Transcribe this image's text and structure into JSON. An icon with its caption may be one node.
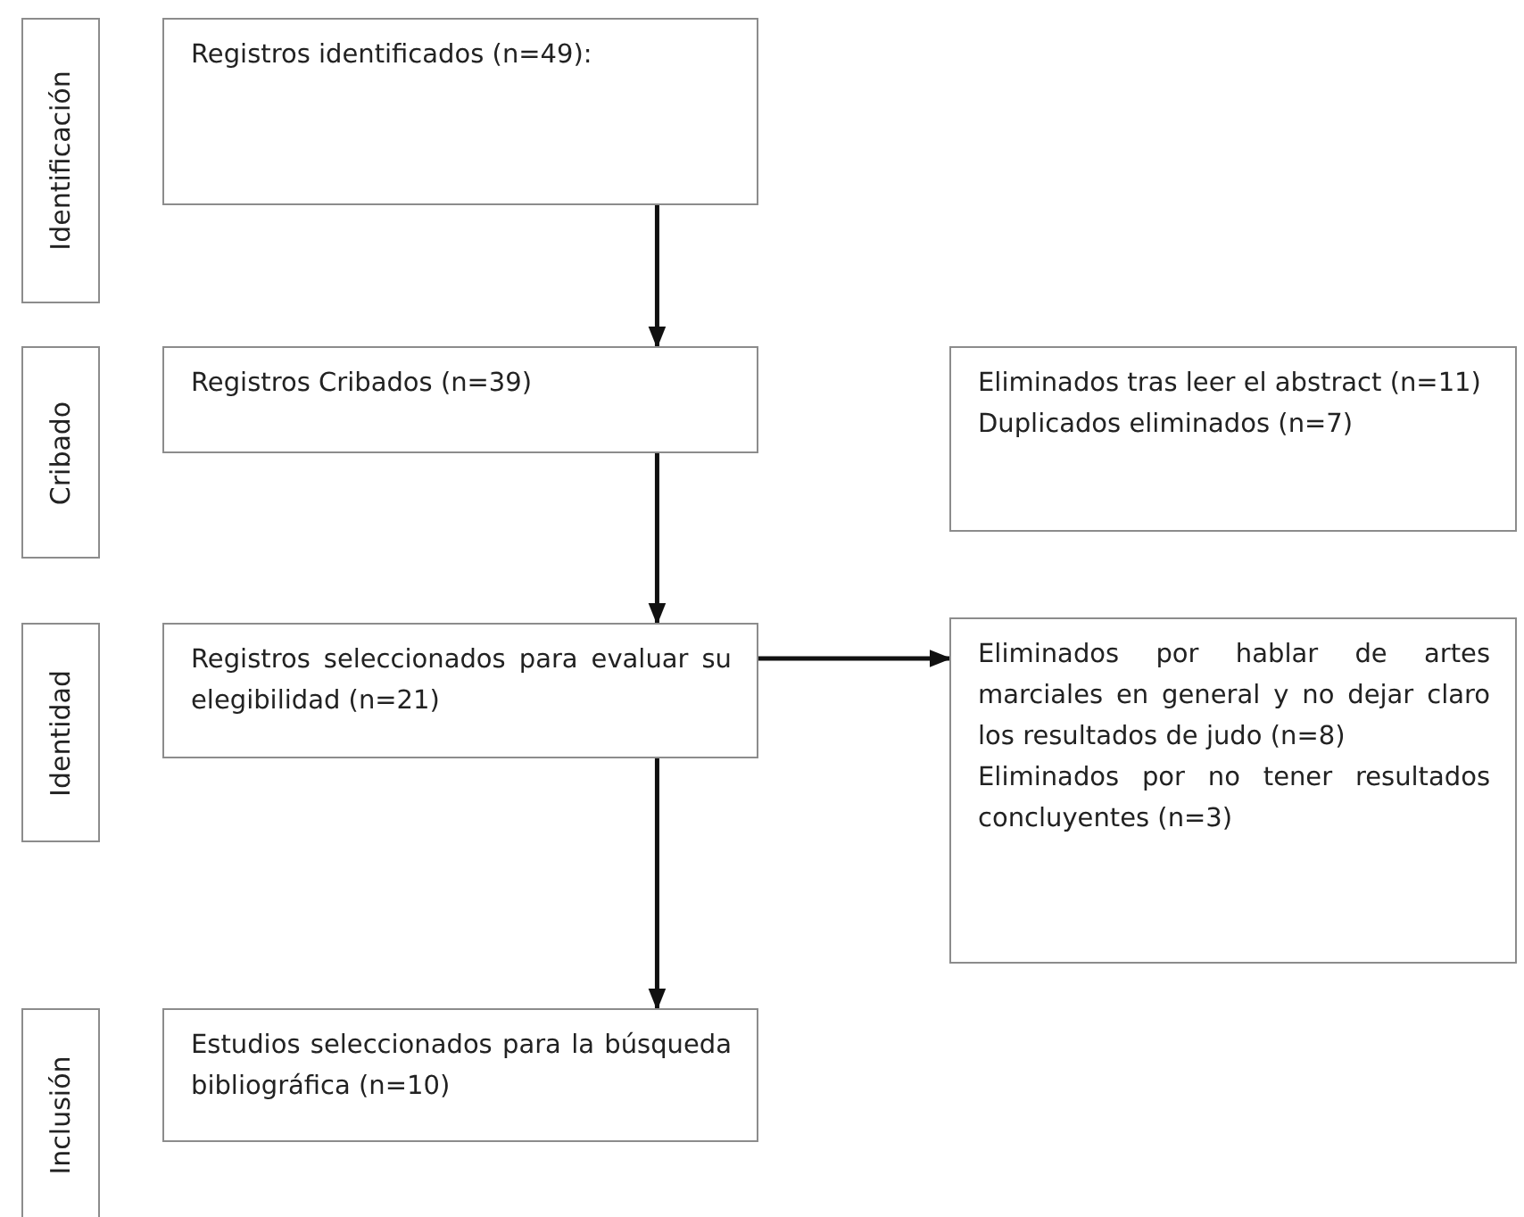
{
  "diagram": {
    "nodes": [
      {
        "text": [
          "Identificación"
        ]
      },
      {
        "text": [
          "Registros identificados (n=49):"
        ]
      },
      {
        "text": [
          "Cribado"
        ]
      },
      {
        "text": [
          "Registros Cribados (n=39)"
        ]
      },
      {
        "text": [
          "Eliminados tras leer el abstract (n=11)",
          "Duplicados eliminados (n=7)"
        ]
      },
      {
        "text": [
          "Identidad"
        ]
      },
      {
        "text": [
          "Registros seleccionados para evaluar su elegibilidad (n=21)"
        ]
      },
      {
        "text": [
          "Eliminados por hablar de artes marciales en general y no dejar claro los resultados de judo  (n=8)",
          "Eliminados por no tener resultados concluyentes (n=3)"
        ]
      },
      {
        "text": [
          "Inclusión"
        ]
      },
      {
        "text": [
          "Estudios seleccionados para la búsqueda bibliográfica (n=10)"
        ]
      }
    ],
    "edges": [
      {
        "from": 1,
        "to": 3,
        "arrow": "to"
      },
      {
        "from": 3,
        "to": 6,
        "arrow": "to"
      },
      {
        "from": 6,
        "to": 7,
        "arrow": "to"
      },
      {
        "from": 6,
        "to": 9,
        "arrow": "to"
      }
    ]
  }
}
